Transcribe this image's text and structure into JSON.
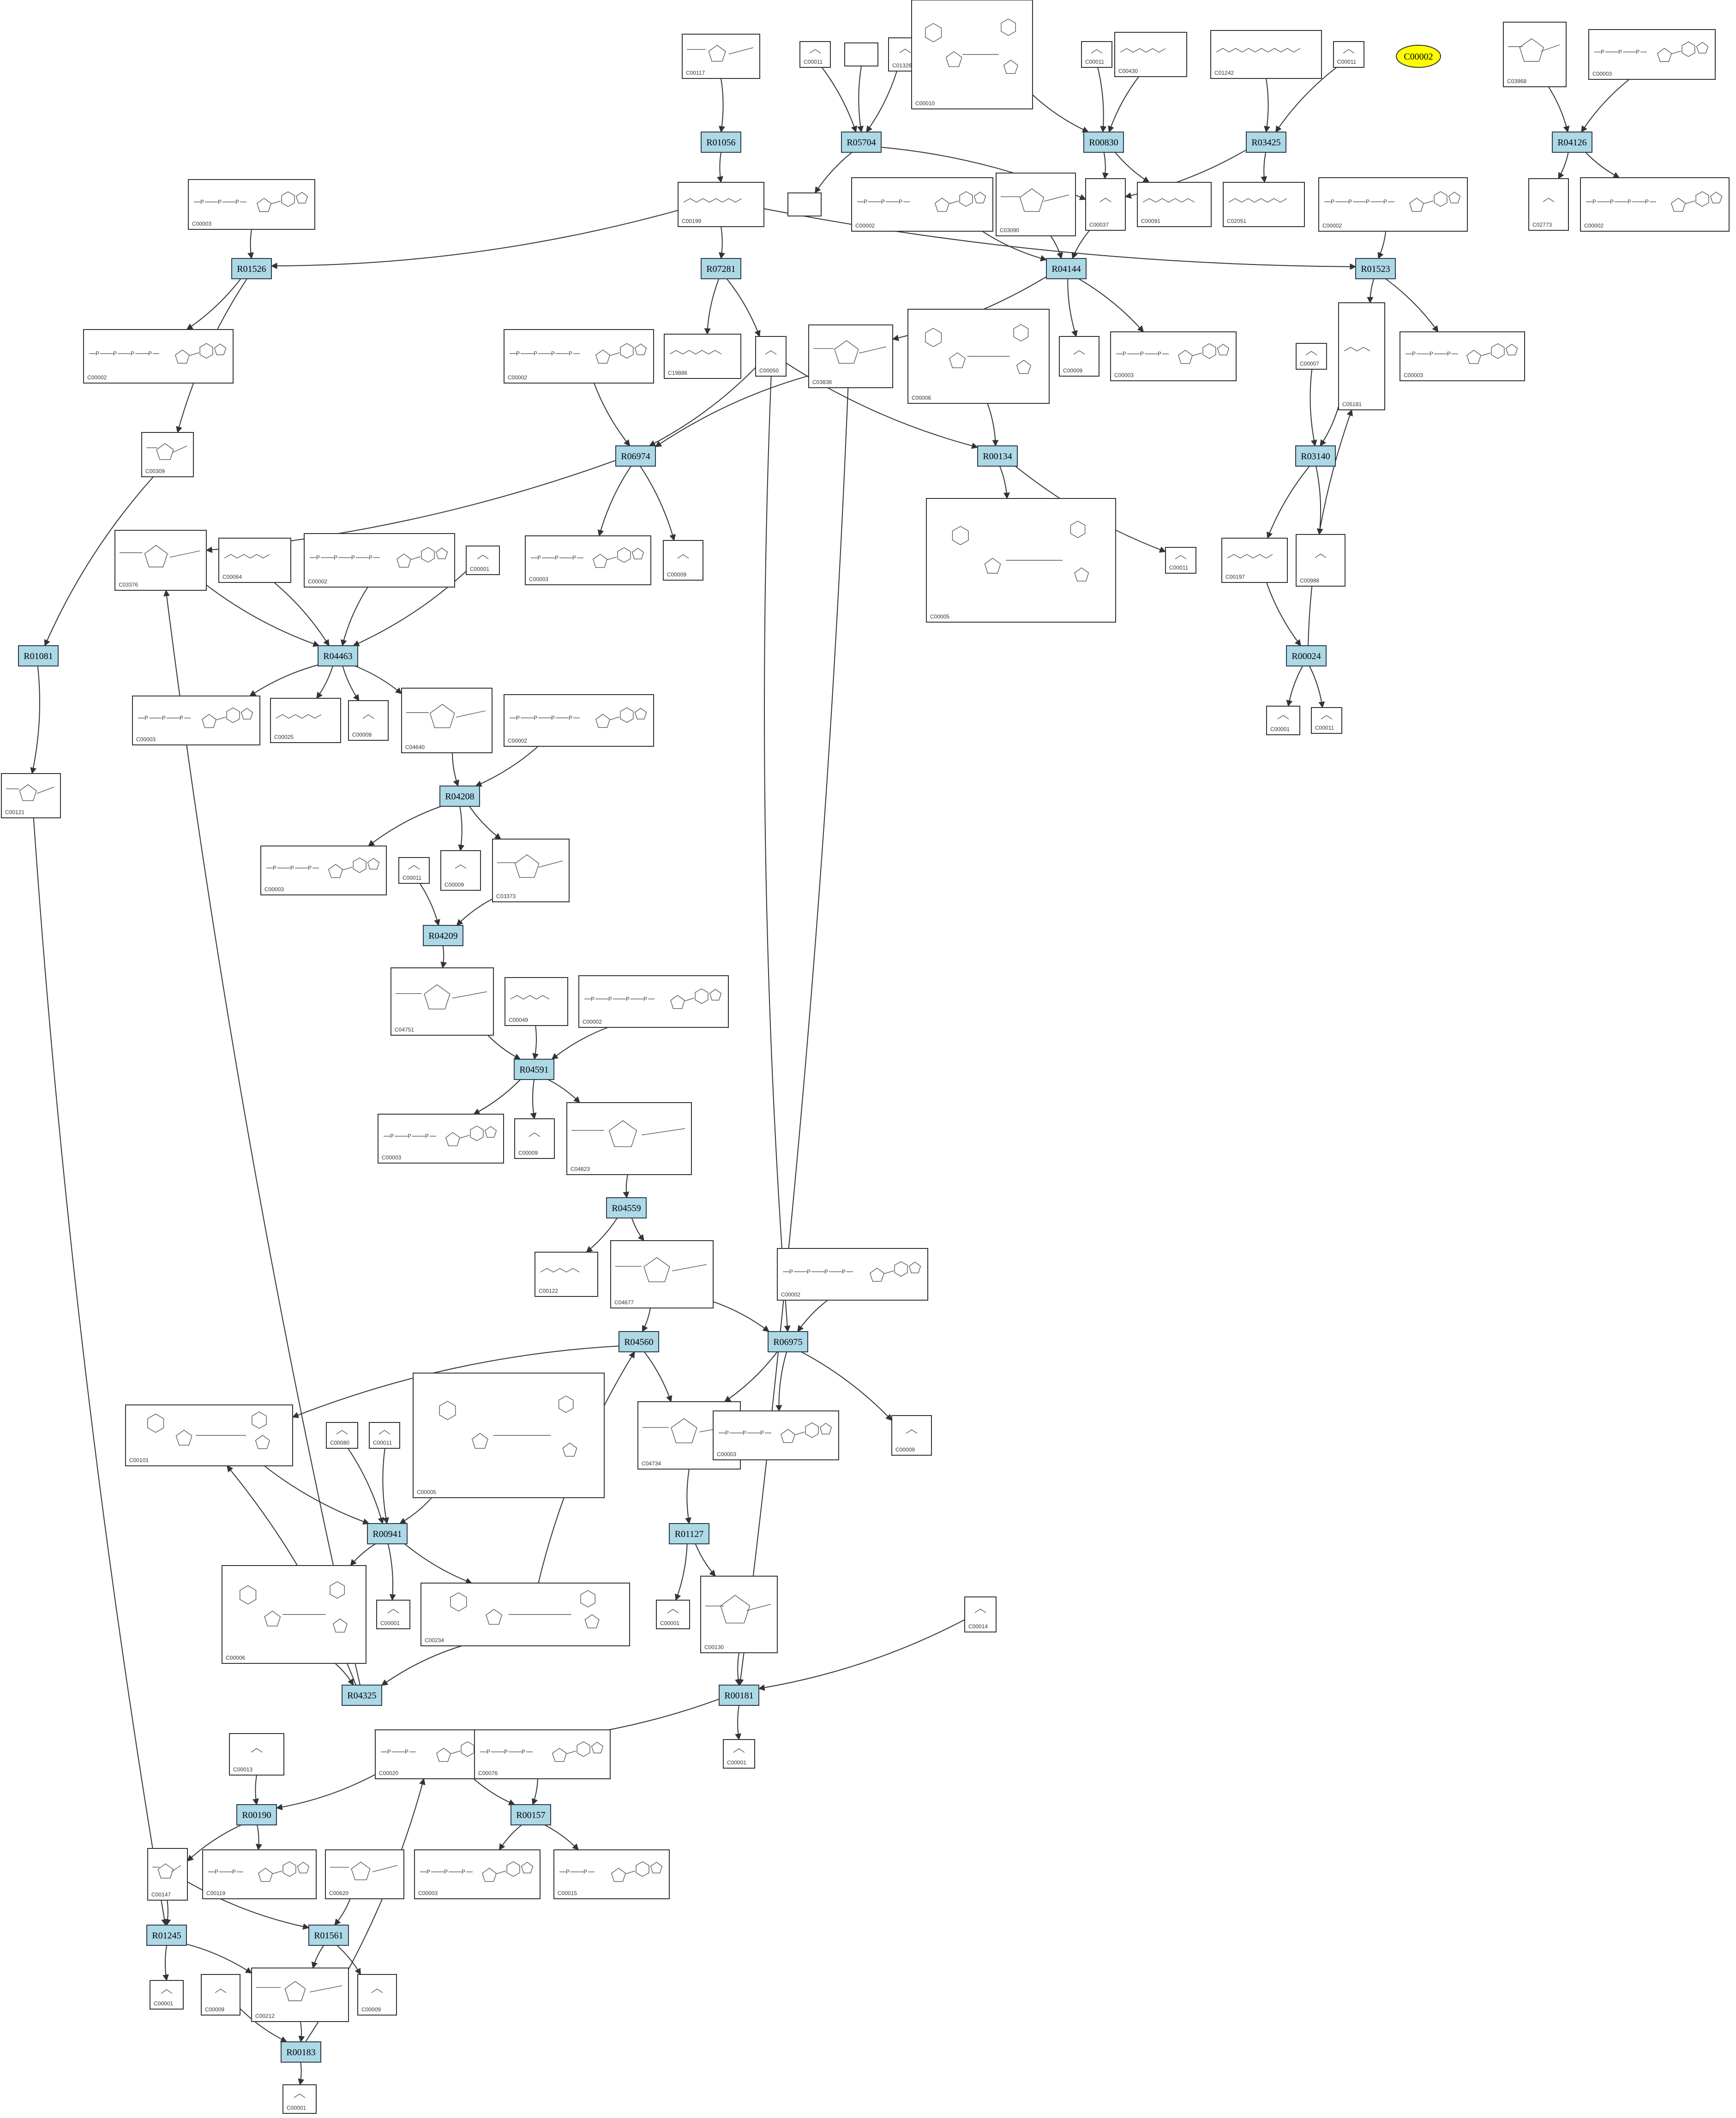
{
  "diagram": {
    "highlight": {
      "label": "C00002",
      "color": "#ffff00"
    },
    "reaction_color": "#add8e6",
    "reactions": [
      {
        "id": "R01056",
        "label": "R01056"
      },
      {
        "id": "R05704",
        "label": "R05704"
      },
      {
        "id": "R00830",
        "label": "R00830"
      },
      {
        "id": "R03425",
        "label": "R03425"
      },
      {
        "id": "R04126",
        "label": "R04126"
      },
      {
        "id": "R01526",
        "label": "R01526"
      },
      {
        "id": "R07281",
        "label": "R07281"
      },
      {
        "id": "R04144",
        "label": "R04144"
      },
      {
        "id": "R01523",
        "label": "R01523"
      },
      {
        "id": "R06974",
        "label": "R06974"
      },
      {
        "id": "R00134",
        "label": "R00134"
      },
      {
        "id": "R03140",
        "label": "R03140"
      },
      {
        "id": "R01081",
        "label": "R01081"
      },
      {
        "id": "R04463",
        "label": "R04463"
      },
      {
        "id": "R00024",
        "label": "R00024"
      },
      {
        "id": "R04208",
        "label": "R04208"
      },
      {
        "id": "R04209",
        "label": "R04209"
      },
      {
        "id": "R04591",
        "label": "R04591"
      },
      {
        "id": "R04559",
        "label": "R04559"
      },
      {
        "id": "R04560",
        "label": "R04560"
      },
      {
        "id": "R06975",
        "label": "R06975"
      },
      {
        "id": "R00941",
        "label": "R00941"
      },
      {
        "id": "R01127",
        "label": "R01127"
      },
      {
        "id": "R04325",
        "label": "R04325"
      },
      {
        "id": "R00181",
        "label": "R00181"
      },
      {
        "id": "R00190",
        "label": "R00190"
      },
      {
        "id": "R00157",
        "label": "R00157"
      },
      {
        "id": "R01245",
        "label": "R01245"
      },
      {
        "id": "R01561",
        "label": "R01561"
      },
      {
        "id": "R00183",
        "label": "R00183"
      }
    ],
    "compounds": [
      {
        "id": "n0",
        "label": "C00117",
        "shape": "ring"
      },
      {
        "id": "n1",
        "label": "C00011",
        "shape": "small"
      },
      {
        "id": "n2",
        "label": "",
        "shape": "blank"
      },
      {
        "id": "n3",
        "label": "C01326",
        "shape": "small"
      },
      {
        "id": "n4",
        "label": "C00010",
        "shape": "big"
      },
      {
        "id": "n5",
        "label": "C00011",
        "shape": "small"
      },
      {
        "id": "n6",
        "label": "C00430",
        "shape": "chain"
      },
      {
        "id": "n7",
        "label": "C01242",
        "shape": "chain"
      },
      {
        "id": "n8",
        "label": "C00011",
        "shape": "small"
      },
      {
        "id": "n9",
        "label": "C03968",
        "shape": "ring"
      },
      {
        "id": "n10",
        "label": "C00003",
        "shape": "nuc"
      },
      {
        "id": "n11",
        "label": "",
        "shape": "blank"
      },
      {
        "id": "n12",
        "label": "C00199",
        "shape": "chain"
      },
      {
        "id": "n13",
        "label": "C00003",
        "shape": "nuc"
      },
      {
        "id": "n14",
        "label": "C00002",
        "shape": "nuc"
      },
      {
        "id": "n15",
        "label": "C03090",
        "shape": "ring"
      },
      {
        "id": "n16",
        "label": "C00037",
        "shape": "small"
      },
      {
        "id": "n17",
        "label": "C00091",
        "shape": "chain"
      },
      {
        "id": "n18",
        "label": "C02051",
        "shape": "chain"
      },
      {
        "id": "n19",
        "label": "C00002",
        "shape": "nuc"
      },
      {
        "id": "n20",
        "label": "C02773",
        "shape": "small"
      },
      {
        "id": "n21",
        "label": "C00002",
        "shape": "nuc"
      },
      {
        "id": "n22",
        "label": "C00002",
        "shape": "nuc"
      },
      {
        "id": "n23",
        "label": "C00002",
        "shape": "nuc"
      },
      {
        "id": "n24",
        "label": "C19886",
        "shape": "chain"
      },
      {
        "id": "n25",
        "label": "C00050",
        "shape": "small"
      },
      {
        "id": "n26",
        "label": "C03838",
        "shape": "ring"
      },
      {
        "id": "n27",
        "label": "C00006",
        "shape": "big"
      },
      {
        "id": "n28",
        "label": "C00009",
        "shape": "small"
      },
      {
        "id": "n29",
        "label": "C00003",
        "shape": "nuc"
      },
      {
        "id": "n30",
        "label": "C00007",
        "shape": "small"
      },
      {
        "id": "n31",
        "label": "C05181",
        "shape": "chain"
      },
      {
        "id": "n32",
        "label": "C00003",
        "shape": "nuc"
      },
      {
        "id": "n33",
        "label": "C00309",
        "shape": "ring"
      },
      {
        "id": "n34",
        "label": "C03376",
        "shape": "ring"
      },
      {
        "id": "n35",
        "label": "C00064",
        "shape": "chain"
      },
      {
        "id": "n36",
        "label": "C00002",
        "shape": "nuc"
      },
      {
        "id": "n37",
        "label": "C00001",
        "shape": "small"
      },
      {
        "id": "n38",
        "label": "C00003",
        "shape": "nuc"
      },
      {
        "id": "n39",
        "label": "C00009",
        "shape": "small"
      },
      {
        "id": "n40",
        "label": "C00011",
        "shape": "small"
      },
      {
        "id": "n41",
        "label": "C00005",
        "shape": "big"
      },
      {
        "id": "n42",
        "label": "C00197",
        "shape": "chain"
      },
      {
        "id": "n43",
        "label": "C00988",
        "shape": "small"
      },
      {
        "id": "n44",
        "label": "C00121",
        "shape": "ring"
      },
      {
        "id": "n45",
        "label": "C00003",
        "shape": "nuc"
      },
      {
        "id": "n46",
        "label": "C00025",
        "shape": "chain"
      },
      {
        "id": "n47",
        "label": "C00009",
        "shape": "small"
      },
      {
        "id": "n48",
        "label": "C04640",
        "shape": "ring"
      },
      {
        "id": "n49",
        "label": "C00002",
        "shape": "nuc"
      },
      {
        "id": "n50",
        "label": "C00001",
        "shape": "small"
      },
      {
        "id": "n51",
        "label": "C00011",
        "shape": "small"
      },
      {
        "id": "n52",
        "label": "C00003",
        "shape": "nuc"
      },
      {
        "id": "n53",
        "label": "C00011",
        "shape": "small"
      },
      {
        "id": "n54",
        "label": "C00009",
        "shape": "small"
      },
      {
        "id": "n55",
        "label": "C03373",
        "shape": "ring"
      },
      {
        "id": "n56",
        "label": "C04751",
        "shape": "ring"
      },
      {
        "id": "n57",
        "label": "C00049",
        "shape": "chain"
      },
      {
        "id": "n58",
        "label": "C00002",
        "shape": "nuc"
      },
      {
        "id": "n59",
        "label": "C00003",
        "shape": "nuc"
      },
      {
        "id": "n60",
        "label": "C00009",
        "shape": "small"
      },
      {
        "id": "n61",
        "label": "C04823",
        "shape": "ring"
      },
      {
        "id": "n62",
        "label": "C00122",
        "shape": "chain"
      },
      {
        "id": "n63",
        "label": "C04677",
        "shape": "ring"
      },
      {
        "id": "n64",
        "label": "C00002",
        "shape": "nuc"
      },
      {
        "id": "n65",
        "label": "C00101",
        "shape": "big"
      },
      {
        "id": "n66",
        "label": "C00080",
        "shape": "small"
      },
      {
        "id": "n67",
        "label": "C00011",
        "shape": "small"
      },
      {
        "id": "n68",
        "label": "C00005",
        "shape": "big"
      },
      {
        "id": "n69",
        "label": "C04734",
        "shape": "ring"
      },
      {
        "id": "n70",
        "label": "C00003",
        "shape": "nuc"
      },
      {
        "id": "n71",
        "label": "C00009",
        "shape": "small"
      },
      {
        "id": "n72",
        "label": "C00006",
        "shape": "big"
      },
      {
        "id": "n73",
        "label": "C00001",
        "shape": "small"
      },
      {
        "id": "n74",
        "label": "C00234",
        "shape": "big"
      },
      {
        "id": "n75",
        "label": "C00001",
        "shape": "small"
      },
      {
        "id": "n76",
        "label": "C00130",
        "shape": "ring"
      },
      {
        "id": "n77",
        "label": "C00014",
        "shape": "small"
      },
      {
        "id": "n78",
        "label": "C00001",
        "shape": "small"
      },
      {
        "id": "n79",
        "label": "C00013",
        "shape": "small"
      },
      {
        "id": "n80",
        "label": "C00020",
        "shape": "nuc"
      },
      {
        "id": "n81",
        "label": "C00076",
        "shape": "nuc"
      },
      {
        "id": "n82",
        "label": "C00147",
        "shape": "ring"
      },
      {
        "id": "n83",
        "label": "C00119",
        "shape": "nuc"
      },
      {
        "id": "n84",
        "label": "C00620",
        "shape": "ring"
      },
      {
        "id": "n85",
        "label": "C00003",
        "shape": "nuc"
      },
      {
        "id": "n86",
        "label": "C00015",
        "shape": "nuc"
      },
      {
        "id": "n87",
        "label": "C00001",
        "shape": "small"
      },
      {
        "id": "n88",
        "label": "C00009",
        "shape": "small"
      },
      {
        "id": "n89",
        "label": "C00212",
        "shape": "ring"
      },
      {
        "id": "n90",
        "label": "C00009",
        "shape": "small"
      },
      {
        "id": "n91",
        "label": "C00001",
        "shape": "small"
      }
    ],
    "edges": [
      [
        "n0",
        "R01056"
      ],
      [
        "R01056",
        "n12"
      ],
      [
        "n1",
        "R05704"
      ],
      [
        "n2",
        "R05704"
      ],
      [
        "n3",
        "R05704"
      ],
      [
        "R05704",
        "n11"
      ],
      [
        "R05704",
        "n16"
      ],
      [
        "n4",
        "R00830"
      ],
      [
        "n5",
        "R00830"
      ],
      [
        "n6",
        "R00830"
      ],
      [
        "R00830",
        "n16"
      ],
      [
        "R00830",
        "n17"
      ],
      [
        "n7",
        "R03425"
      ],
      [
        "n8",
        "R03425"
      ],
      [
        "R03425",
        "n16"
      ],
      [
        "R03425",
        "n18"
      ],
      [
        "n9",
        "R04126"
      ],
      [
        "n10",
        "R04126"
      ],
      [
        "R04126",
        "n20"
      ],
      [
        "R04126",
        "n21"
      ],
      [
        "n12",
        "R01526"
      ],
      [
        "n13",
        "R01526"
      ],
      [
        "R01526",
        "n22"
      ],
      [
        "R01526",
        "n33"
      ],
      [
        "n12",
        "R07281"
      ],
      [
        "R07281",
        "n24"
      ],
      [
        "R07281",
        "n25"
      ],
      [
        "n14",
        "R04144"
      ],
      [
        "n15",
        "R04144"
      ],
      [
        "n16",
        "R04144"
      ],
      [
        "R04144",
        "n26"
      ],
      [
        "R04144",
        "n28"
      ],
      [
        "R04144",
        "n29"
      ],
      [
        "n12",
        "R01523"
      ],
      [
        "n19",
        "R01523"
      ],
      [
        "R01523",
        "n31"
      ],
      [
        "R01523",
        "n32"
      ],
      [
        "n23",
        "R06974"
      ],
      [
        "n25",
        "R06974"
      ],
      [
        "n26",
        "R06974"
      ],
      [
        "R06974",
        "n34"
      ],
      [
        "R06974",
        "n38"
      ],
      [
        "R06974",
        "n39"
      ],
      [
        "n25",
        "R00134"
      ],
      [
        "n27",
        "R00134"
      ],
      [
        "R00134",
        "n40"
      ],
      [
        "R00134",
        "n41"
      ],
      [
        "n30",
        "R03140"
      ],
      [
        "n31",
        "R03140"
      ],
      [
        "R03140",
        "n42"
      ],
      [
        "R03140",
        "n43"
      ],
      [
        "n33",
        "R01081"
      ],
      [
        "R01081",
        "n44"
      ],
      [
        "n34",
        "R04463"
      ],
      [
        "n35",
        "R04463"
      ],
      [
        "n36",
        "R04463"
      ],
      [
        "n37",
        "R04463"
      ],
      [
        "R04463",
        "n45"
      ],
      [
        "R04463",
        "n46"
      ],
      [
        "R04463",
        "n47"
      ],
      [
        "R04463",
        "n48"
      ],
      [
        "n42",
        "R00024"
      ],
      [
        "R00024",
        "n31"
      ],
      [
        "R00024",
        "n50"
      ],
      [
        "R00024",
        "n51"
      ],
      [
        "n48",
        "R04208"
      ],
      [
        "n49",
        "R04208"
      ],
      [
        "R04208",
        "n52"
      ],
      [
        "R04208",
        "n54"
      ],
      [
        "R04208",
        "n55"
      ],
      [
        "n53",
        "R04209"
      ],
      [
        "n55",
        "R04209"
      ],
      [
        "R04209",
        "n56"
      ],
      [
        "n56",
        "R04591"
      ],
      [
        "n57",
        "R04591"
      ],
      [
        "n58",
        "R04591"
      ],
      [
        "R04591",
        "n59"
      ],
      [
        "R04591",
        "n60"
      ],
      [
        "R04591",
        "n61"
      ],
      [
        "n61",
        "R04559"
      ],
      [
        "R04559",
        "n62"
      ],
      [
        "R04559",
        "n63"
      ],
      [
        "n63",
        "R04560"
      ],
      [
        "R04560",
        "n65"
      ],
      [
        "R04560",
        "n69"
      ],
      [
        "n25",
        "R06975"
      ],
      [
        "n63",
        "R06975"
      ],
      [
        "n64",
        "R06975"
      ],
      [
        "R06975",
        "n69"
      ],
      [
        "R06975",
        "n70"
      ],
      [
        "R06975",
        "n71"
      ],
      [
        "n65",
        "R00941"
      ],
      [
        "n66",
        "R00941"
      ],
      [
        "n67",
        "R00941"
      ],
      [
        "n68",
        "R00941"
      ],
      [
        "R00941",
        "n72"
      ],
      [
        "R00941",
        "n73"
      ],
      [
        "R00941",
        "n74"
      ],
      [
        "n74",
        "R04560"
      ],
      [
        "n69",
        "R01127"
      ],
      [
        "R01127",
        "n75"
      ],
      [
        "R01127",
        "n76"
      ],
      [
        "n72",
        "R04325"
      ],
      [
        "n74",
        "R04325"
      ],
      [
        "R04325",
        "n34"
      ],
      [
        "R04325",
        "n65"
      ],
      [
        "n26",
        "R00181"
      ],
      [
        "n76",
        "R00181"
      ],
      [
        "n77",
        "R00181"
      ],
      [
        "R00181",
        "n78"
      ],
      [
        "R00181",
        "n80"
      ],
      [
        "n79",
        "R00190"
      ],
      [
        "n80",
        "R00190"
      ],
      [
        "R00190",
        "n82"
      ],
      [
        "R00190",
        "n83"
      ],
      [
        "n80",
        "R00157"
      ],
      [
        "n81",
        "R00157"
      ],
      [
        "R00157",
        "n85"
      ],
      [
        "R00157",
        "n86"
      ],
      [
        "n44",
        "R01245"
      ],
      [
        "n82",
        "R01245"
      ],
      [
        "R01245",
        "n87"
      ],
      [
        "R01245",
        "n89"
      ],
      [
        "n82",
        "R01561"
      ],
      [
        "n84",
        "R01561"
      ],
      [
        "R01561",
        "n89"
      ],
      [
        "R01561",
        "n90"
      ],
      [
        "n88",
        "R00183"
      ],
      [
        "n89",
        "R00183"
      ],
      [
        "R00183",
        "n80"
      ],
      [
        "R00183",
        "n91"
      ]
    ]
  }
}
